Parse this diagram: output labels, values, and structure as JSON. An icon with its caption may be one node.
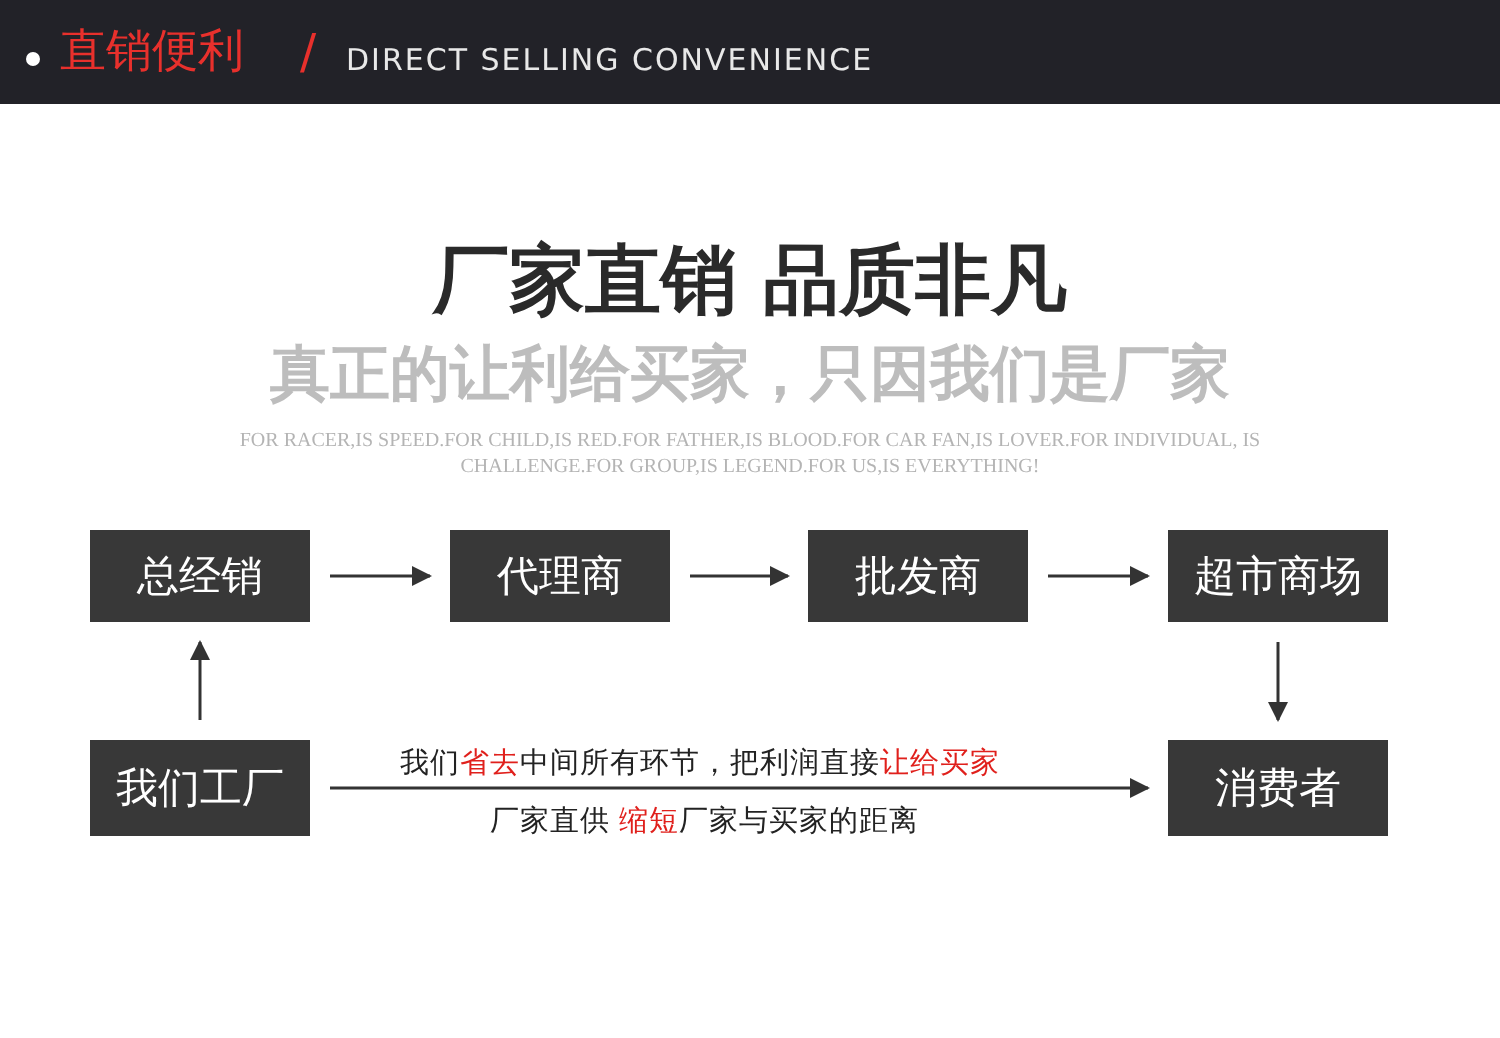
{
  "diagram": {
    "nodes": [
      {
        "text": [
          "总经销"
        ]
      },
      {
        "text": [
          "代理商"
        ]
      },
      {
        "text": [
          "批发商"
        ]
      },
      {
        "text": [
          "超市商场"
        ]
      },
      {
        "text": [
          "我们工厂"
        ]
      },
      {
        "text": [
          "消费者"
        ]
      }
    ],
    "edges": [
      {
        "from": 0,
        "to": 1,
        "arrow": "to"
      },
      {
        "from": 1,
        "to": 2,
        "arrow": "to"
      },
      {
        "from": 2,
        "to": 3,
        "arrow": "to"
      },
      {
        "from": 3,
        "to": 5,
        "arrow": "to"
      },
      {
        "from": 4,
        "to": 0,
        "arrow": "to"
      },
      {
        "from": 4,
        "to": 5,
        "arrow": "to",
        "label": "我们**省去**中间所有环节，把利润直接**让给买家**"
      }
    ],
    "labels": [
      "直销便利",
      "/",
      "DIRECT SELLING CONVENIENCE",
      "厂家直销 品质非凡",
      "真正的让利给买家，只因我们是厂家",
      "FOR RACER,IS SPEED.FOR CHILD,IS RED.FOR FATHER,IS BLOOD.FOR CAR FAN,IS LOVER.FOR INDIVIDUAL, IS CHALLENGE.FOR GROUP,IS LEGEND.FOR US,IS EVERYTHING!",
      "厂家直供 **缩短**厂家与买家的距离"
    ]
  }
}
